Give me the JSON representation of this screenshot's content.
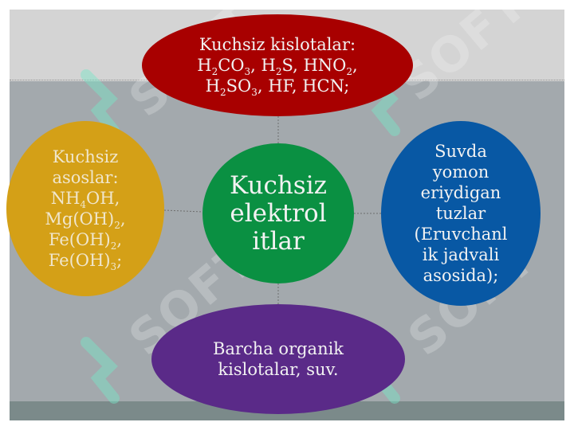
{
  "diagram": {
    "center": {
      "lines": [
        "Kuchsiz",
        "elektrol",
        "itlar"
      ]
    },
    "nodes": {
      "top": {
        "line1": "Kuchsiz kislotalar:",
        "line2_parts": [
          [
            "H",
            "2"
          ],
          [
            "CO",
            "3"
          ],
          [
            ", H",
            "2"
          ],
          [
            "S, HNO",
            "2"
          ],
          [
            ",",
            ""
          ]
        ],
        "line3_parts": [
          [
            "H",
            "2"
          ],
          [
            "SO",
            "3"
          ],
          [
            ", HF, HCN;",
            ""
          ]
        ]
      },
      "left": {
        "line1": "Kuchsiz",
        "line2": "asoslar:",
        "line3_parts": [
          [
            "NH",
            "4"
          ],
          [
            "OH,",
            ""
          ]
        ],
        "line4_parts": [
          [
            "Mg(OH)",
            "2"
          ],
          [
            ",",
            ""
          ]
        ],
        "line5_parts": [
          [
            "Fe(OH)",
            "2"
          ],
          [
            ",",
            ""
          ]
        ],
        "line6_parts": [
          [
            "Fe(OH)",
            "3"
          ],
          [
            ";",
            ""
          ]
        ]
      },
      "right": {
        "lines": [
          "Suvda",
          "yomon",
          "eriydigan",
          "tuzlar",
          "(Eruvchanl",
          "ik jadvali",
          "asosida);"
        ]
      },
      "bottom": {
        "lines": [
          "Barcha organik",
          "kislotalar, suv."
        ]
      }
    },
    "colors": {
      "top": "#a80000",
      "left": "#d4a017",
      "center": "#0a9042",
      "right": "#0858a4",
      "bottom": "#5a2a88"
    },
    "watermark": "SOFT"
  }
}
